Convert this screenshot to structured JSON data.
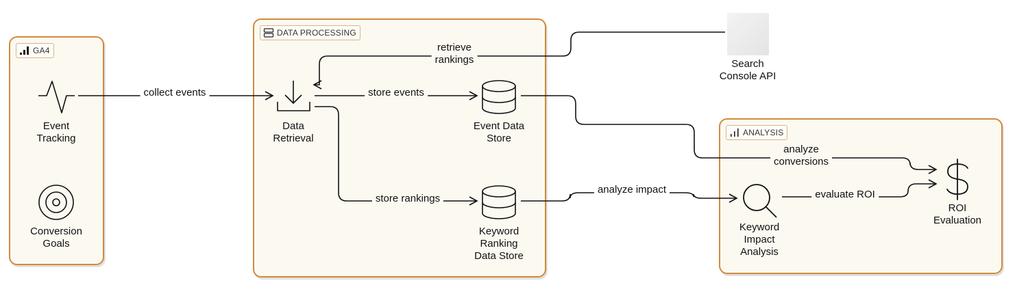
{
  "groups": {
    "ga4": {
      "label": "GA4"
    },
    "processing": {
      "label": "DATA PROCESSING"
    },
    "analysis": {
      "label": "ANALYSIS"
    }
  },
  "nodes": {
    "event_tracking": {
      "label": "Event\nTracking",
      "icon": "pulse-icon"
    },
    "conversion_goals": {
      "label": "Conversion\nGoals",
      "icon": "target-icon"
    },
    "data_retrieval": {
      "label": "Data\nRetrieval",
      "icon": "download-icon"
    },
    "event_store": {
      "label": "Event Data\nStore",
      "icon": "database-icon"
    },
    "keyword_store": {
      "label": "Keyword\nRanking\nData Store",
      "icon": "database-icon"
    },
    "search_console": {
      "label": "Search\nConsole API",
      "icon": "search-console-logo"
    },
    "keyword_impact": {
      "label": "Keyword\nImpact\nAnalysis",
      "icon": "magnifier-icon"
    },
    "roi_evaluation": {
      "label": "ROI\nEvaluation",
      "icon": "dollar-icon"
    }
  },
  "edges": {
    "collect_events": "collect events",
    "retrieve_rankings": "retrieve\nrankings",
    "store_events": "store events",
    "store_rankings": "store rankings",
    "analyze_conversions": "analyze\nconversions",
    "analyze_impact": "analyze impact",
    "evaluate_roi": "evaluate ROI"
  },
  "colors": {
    "group_border": "#d08a3c",
    "group_fill": "#fcf9f1",
    "line": "#111111"
  }
}
